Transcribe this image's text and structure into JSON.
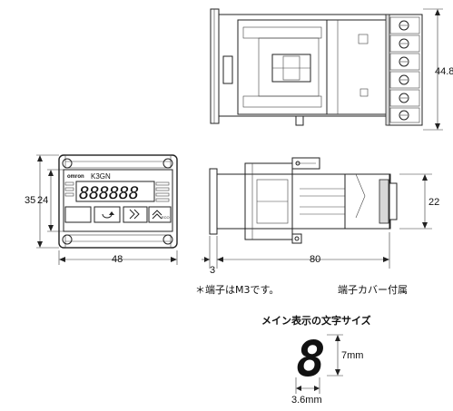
{
  "drawing": {
    "top_view": {
      "height_dim": "44.8"
    },
    "front_view": {
      "brand": "omron",
      "model": "K3GN",
      "display_digits": "888888",
      "key_hint": "ECO",
      "depth_dim": "35",
      "height_dim": "24",
      "width_dim": "48"
    },
    "side_view": {
      "height_dim": "22",
      "left_dim": "3",
      "depth_dim": "80"
    },
    "notes": {
      "terminal_note": "＊端子はM3です。",
      "cover_note": "端子カバー付属",
      "char_size_title": "メイン表示の文字サイズ"
    },
    "char_size": {
      "digit": "8",
      "height_dim": "7mm",
      "width_dim": "3.6mm"
    }
  }
}
